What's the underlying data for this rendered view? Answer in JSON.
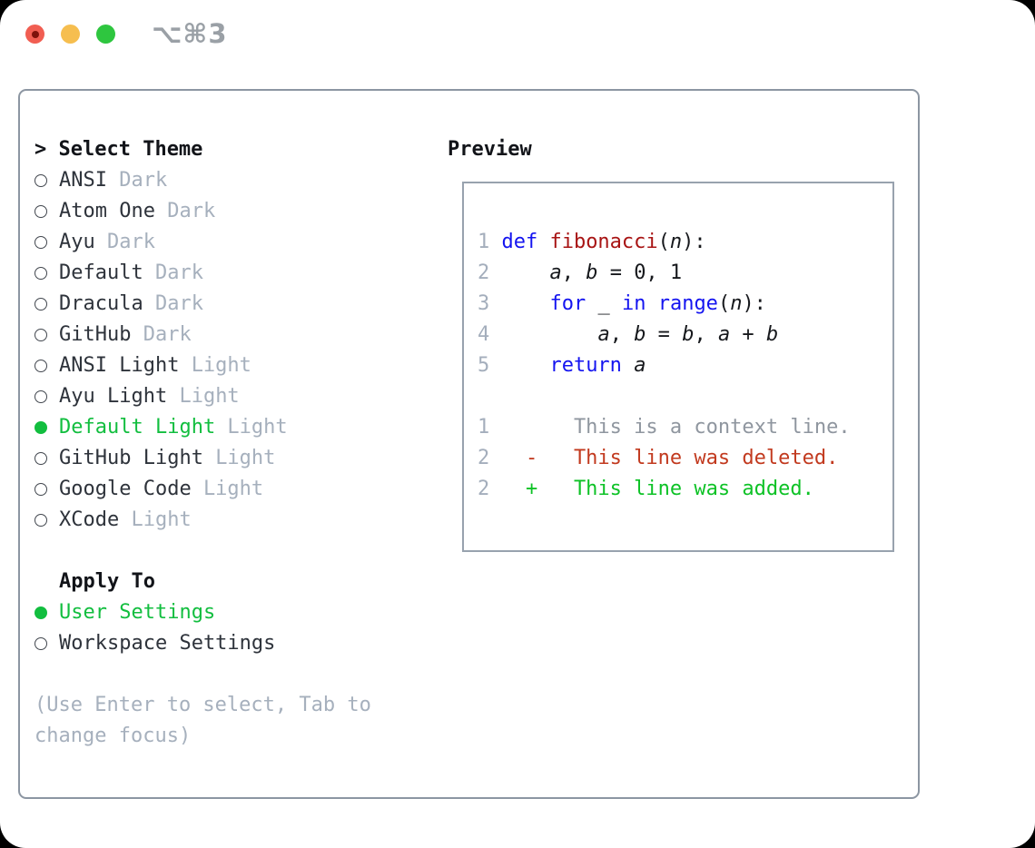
{
  "titlebar": {
    "title": "⌥⌘3"
  },
  "colors": {
    "tlred": "#F15E52",
    "tlreddot": "#7E120B",
    "tlyellow": "#F6BE4F",
    "tlgreen": "#2EC63F",
    "titlecol": "#9AA0A6",
    "border": "#8C96A2",
    "pborder": "#98A2AE",
    "heading": "#121419",
    "text": "#2E333B",
    "muted": "#A6B0BD",
    "linenum": "#A4AEBC",
    "ctx": "#8F969F",
    "code": "#16181C",
    "kw": "#1414F0",
    "fn": "#A81414",
    "del": "#C23A1F",
    "add": "#0DC226",
    "sel": "#12BE3F"
  },
  "theme_picker": {
    "prompt": ">",
    "title": "Select Theme",
    "items": [
      {
        "name": "ANSI",
        "variant": "Dark",
        "selected": false
      },
      {
        "name": "Atom One",
        "variant": "Dark",
        "selected": false
      },
      {
        "name": "Ayu",
        "variant": "Dark",
        "selected": false
      },
      {
        "name": "Default",
        "variant": "Dark",
        "selected": false
      },
      {
        "name": "Dracula",
        "variant": "Dark",
        "selected": false
      },
      {
        "name": "GitHub",
        "variant": "Dark",
        "selected": false
      },
      {
        "name": "ANSI Light",
        "variant": "Light",
        "selected": false
      },
      {
        "name": "Ayu Light",
        "variant": "Light",
        "selected": false
      },
      {
        "name": "Default Light",
        "variant": "Light",
        "selected": true
      },
      {
        "name": "GitHub Light",
        "variant": "Light",
        "selected": false
      },
      {
        "name": "Google Code",
        "variant": "Light",
        "selected": false
      },
      {
        "name": "XCode",
        "variant": "Light",
        "selected": false
      }
    ]
  },
  "apply_to": {
    "title": "Apply To",
    "options": [
      {
        "label": "User Settings",
        "selected": true
      },
      {
        "label": "Workspace Settings",
        "selected": false
      }
    ]
  },
  "help": "(Use Enter to select, Tab to change focus)",
  "preview": {
    "title": "Preview",
    "code_lines": [
      {
        "num": "1",
        "tokens": [
          {
            "c": "kw",
            "t": "def "
          },
          {
            "c": "fn",
            "t": "fibonacci"
          },
          {
            "c": "pl",
            "t": "("
          },
          {
            "c": "va",
            "t": "n"
          },
          {
            "c": "pl",
            "t": "):"
          }
        ]
      },
      {
        "num": "2",
        "tokens": [
          {
            "c": "pl",
            "t": "    "
          },
          {
            "c": "va",
            "t": "a"
          },
          {
            "c": "pl",
            "t": ", "
          },
          {
            "c": "va",
            "t": "b"
          },
          {
            "c": "pl",
            "t": " = 0, 1"
          }
        ]
      },
      {
        "num": "3",
        "tokens": [
          {
            "c": "pl",
            "t": "    "
          },
          {
            "c": "kw",
            "t": "for"
          },
          {
            "c": "pl",
            "t": " "
          },
          {
            "c": "va",
            "t": "_"
          },
          {
            "c": "pl",
            "t": " "
          },
          {
            "c": "kw",
            "t": "in"
          },
          {
            "c": "pl",
            "t": " "
          },
          {
            "c": "kw",
            "t": "range"
          },
          {
            "c": "pl",
            "t": "("
          },
          {
            "c": "va",
            "t": "n"
          },
          {
            "c": "pl",
            "t": "):"
          }
        ]
      },
      {
        "num": "4",
        "tokens": [
          {
            "c": "pl",
            "t": "        "
          },
          {
            "c": "va",
            "t": "a"
          },
          {
            "c": "pl",
            "t": ", "
          },
          {
            "c": "va",
            "t": "b"
          },
          {
            "c": "pl",
            "t": " = "
          },
          {
            "c": "va",
            "t": "b"
          },
          {
            "c": "pl",
            "t": ", "
          },
          {
            "c": "va",
            "t": "a"
          },
          {
            "c": "pl",
            "t": " + "
          },
          {
            "c": "va",
            "t": "b"
          }
        ]
      },
      {
        "num": "5",
        "tokens": [
          {
            "c": "pl",
            "t": "    "
          },
          {
            "c": "kw",
            "t": "return"
          },
          {
            "c": "pl",
            "t": " "
          },
          {
            "c": "va",
            "t": "a"
          }
        ]
      }
    ],
    "diff_lines": [
      {
        "num": "1",
        "kind": "context",
        "text": "      This is a context line."
      },
      {
        "num": "2",
        "kind": "deleted",
        "text": "  -   This line was deleted."
      },
      {
        "num": "2",
        "kind": "added",
        "text": "  +   This line was added."
      }
    ]
  }
}
